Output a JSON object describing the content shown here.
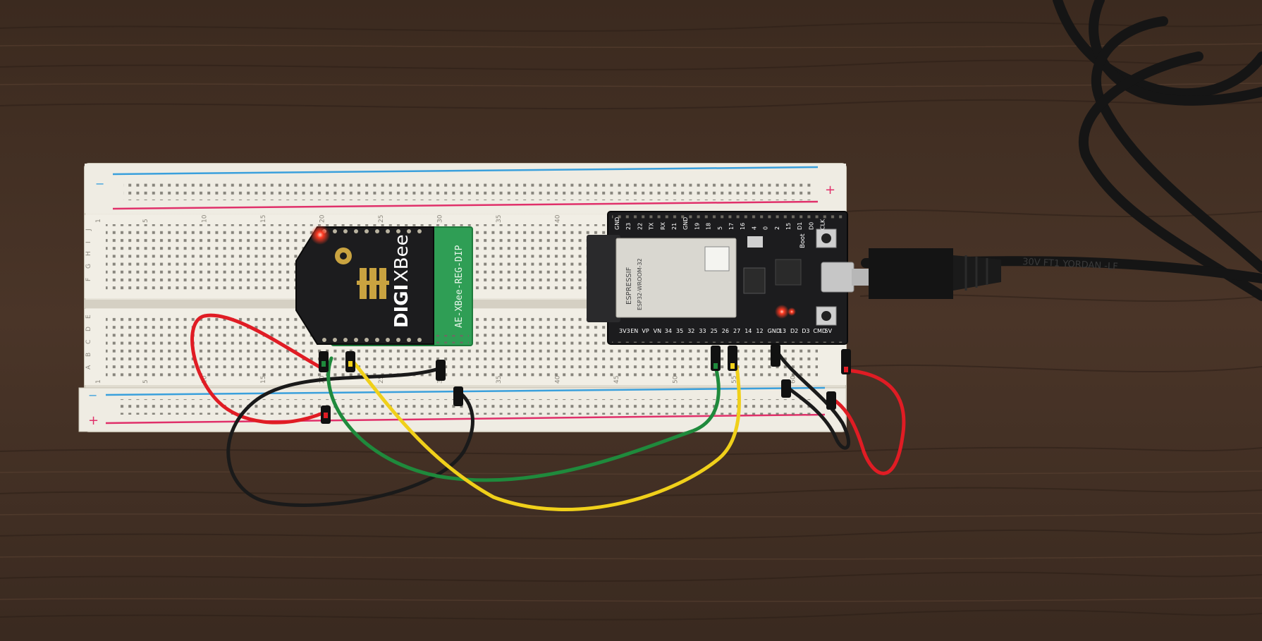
{
  "photo": {
    "subject": "ESP32 dev board and XBee module wired on a breadboard",
    "colors": {
      "table": "#4a3426",
      "breadboard": "#ece8dc",
      "rail_blue": "#3aa0dc",
      "rail_red": "#e0306a",
      "pcb_black": "#1c1c1e",
      "pcb_green": "#2f9e55",
      "wire_red": "#e01c24",
      "wire_green": "#1f8a3c",
      "wire_yellow": "#f0d01a",
      "wire_black": "#1a1a1a",
      "led_red": "#ff2a1a"
    }
  },
  "breadboard": {
    "rail_minus": "−",
    "rail_plus": "+",
    "column_numbers": [
      "1",
      "5",
      "10",
      "15",
      "20",
      "25",
      "30",
      "35",
      "40",
      "45",
      "50",
      "55",
      "60"
    ],
    "row_letters_top": [
      "J",
      "I",
      "H",
      "G",
      "F"
    ],
    "row_letters_bottom": [
      "E",
      "D",
      "C",
      "B",
      "A"
    ]
  },
  "xbee": {
    "brand": "DIGI",
    "model": "XBee",
    "adapter_label": "AE-XBee-REG-DIP"
  },
  "esp32": {
    "module_brand": "ESPRESSIF",
    "module_model": "ESP32-WROOM-32",
    "top_pins": [
      "GND",
      "23",
      "22",
      "TX",
      "RX",
      "21",
      "GND",
      "19",
      "18",
      "5",
      "17",
      "16",
      "4",
      "0",
      "2",
      "15",
      "D1",
      "D0",
      "CLK"
    ],
    "bottom_pins": [
      "3V3",
      "EN",
      "VP",
      "VN",
      "34",
      "35",
      "32",
      "33",
      "25",
      "26",
      "27",
      "14",
      "12",
      "GND",
      "13",
      "D2",
      "D3",
      "CMD",
      "5V"
    ],
    "boot_label": "Boot"
  },
  "cable": {
    "text": "30V FT1 YORDAN -LF"
  }
}
